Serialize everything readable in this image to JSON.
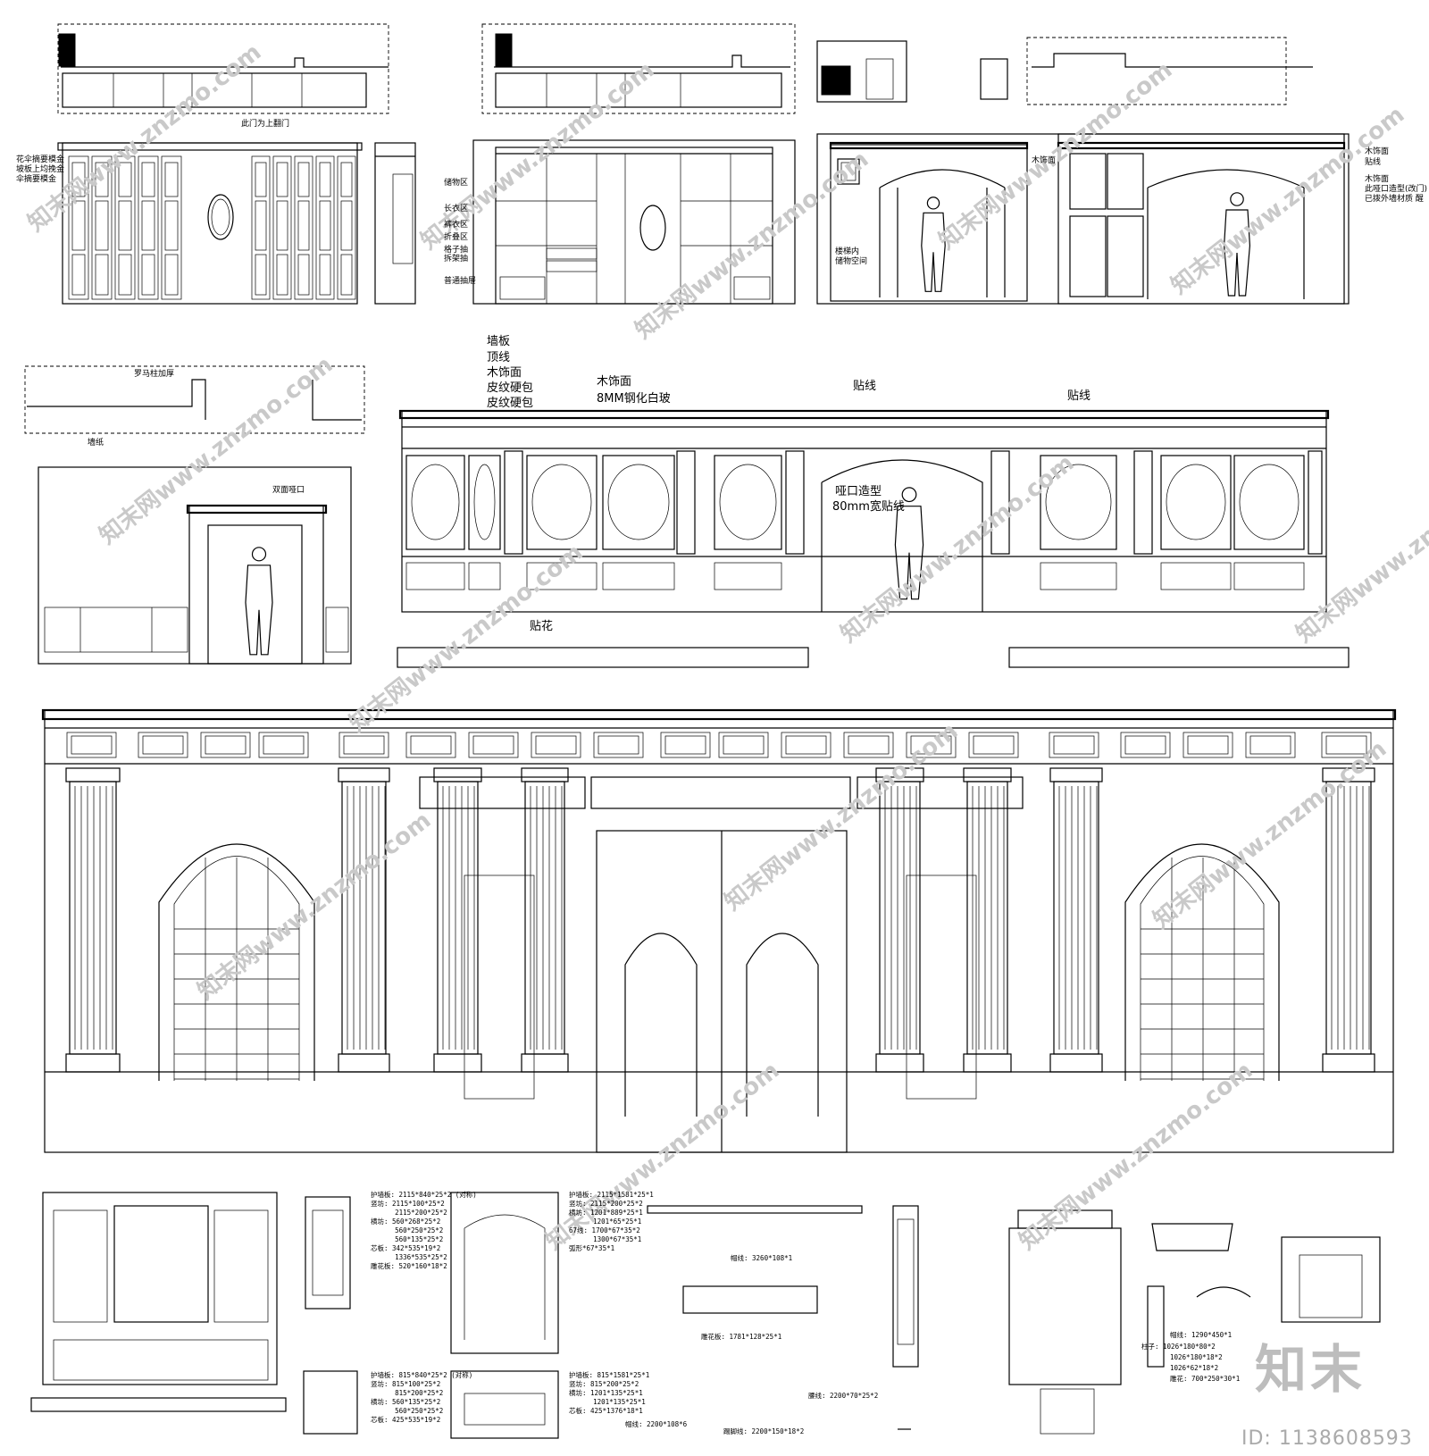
{
  "annotations": {
    "p1_top": "此门为上翻门",
    "p1_left_1": "花伞摘要模金",
    "p1_left_2": "坡板上均挽金",
    "p1_left_3": "伞摘要模金",
    "p2_1": "储物区",
    "p2_2": "长衣区",
    "p2_3": "裤衣区",
    "p2_4": "折叠区",
    "p2_5": "格子抽",
    "p2_6": "拆架抽",
    "p2_7": "普通抽屉",
    "p3_1": "木饰面",
    "p3_2": "楼梯内",
    "p3_3": "储物空间",
    "p4_1": "木饰面",
    "p4_2": "贴线",
    "p4_3": "木饰面",
    "p4_4": "此哑口造型(改门)",
    "p4_5": "已拨外墙材质 醒",
    "left_plan": "罗马柱加厚",
    "left_wall": "墙纸",
    "left_arch": "双面哑口",
    "main_1": "墙板",
    "main_2": "顶线",
    "main_3": "木饰面",
    "main_4": "皮纹硬包",
    "main_5": "皮纹硬包",
    "main_6": "木饰面",
    "main_7": "8MM钢化白玻",
    "main_8": "贴线",
    "main_9": "贴线",
    "main_10": "哑口造型",
    "main_11": "80mm宽贴线",
    "main_12": "贴花"
  },
  "specs": {
    "s1": "护墙板: 2115*840*25*2 (对称)\n竖坊: 2115*100*25*2\n      2115*200*25*2\n横坊: 560*268*25*2\n      560*250*25*2\n      560*135*25*2\n芯板: 342*535*19*2\n      1336*535*25*2\n雕花板: 520*160*18*2",
    "s2": "护墙板: 2115*1581*25*1\n竖坊: 2115*200*25*2\n横坊: 1201*889*25*1\n      1201*65*25*1\n67线: 1700*67*35*2\n      1300*67*35*1\n弧形*67*35*1",
    "s3": "护墙板: 815*840*25*2 (对称)\n竖坊: 815*100*25*2\n      815*200*25*2\n横坊: 560*135*25*2\n      560*250*25*2\n芯板: 425*535*19*2",
    "s4": "护墙板: 815*1581*25*1\n竖坊: 815*200*25*2\n横坊: 1201*135*25*1\n      1201*135*25*1\n芯板: 425*1376*18*1",
    "s5": "帽线: 3260*108*1",
    "s6": "雕花板: 1781*128*25*1",
    "s7": "帽线: 2200*108*6",
    "s8": "踢脚线: 2200*150*18*2",
    "s9": "腰线: 2200*70*25*2",
    "s10": "帽线: 1290*450*1",
    "s11": "柱子: 1026*180*80*2",
    "s12": "1026*180*18*2",
    "s13": "1026*62*18*2",
    "s14": "雕花: 700*250*30*1"
  },
  "watermark": {
    "text": "知末网www.znzmo.com",
    "logo": "知末",
    "id": "ID: 1138608593"
  }
}
